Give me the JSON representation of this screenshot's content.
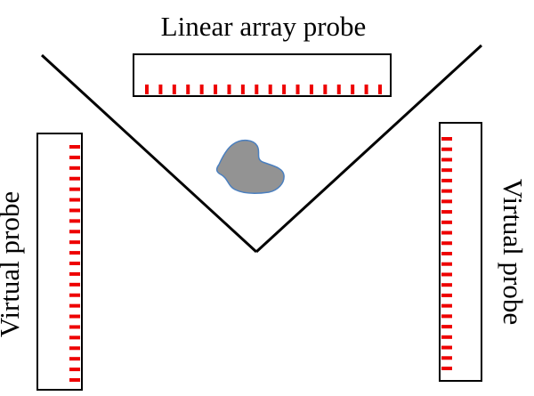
{
  "labels": {
    "top_probe": "Linear array probe",
    "left_probe": "Virtual probe",
    "right_probe": "Virtual probe"
  },
  "probes": {
    "top": {
      "element_count": 18,
      "orientation": "horizontal"
    },
    "left": {
      "element_count": 23,
      "orientation": "vertical"
    },
    "right": {
      "element_count": 23,
      "orientation": "vertical"
    }
  },
  "colors": {
    "outline": "#000000",
    "elements": "#ee0000",
    "target_fill": "#939393",
    "target_stroke": "#4a7fbf",
    "background": "#ffffff"
  }
}
